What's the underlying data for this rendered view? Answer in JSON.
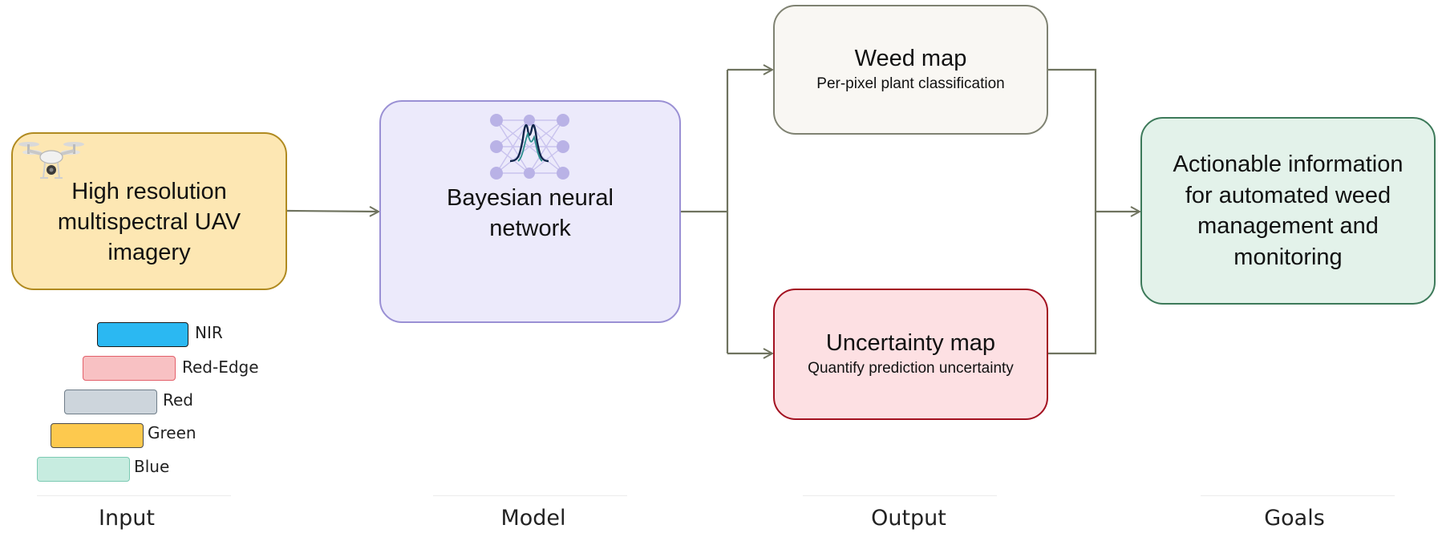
{
  "input": {
    "title_lines": [
      "High resolution",
      "multispectral UAV",
      "imagery"
    ]
  },
  "bands": [
    {
      "label": "NIR",
      "fill": "#2bb8f2",
      "stroke": "#1a1a1a"
    },
    {
      "label": "Red-Edge",
      "fill": "#f8c1c3",
      "stroke": "#e3606a"
    },
    {
      "label": "Red",
      "fill": "#cdd5dc",
      "stroke": "#6f7d89"
    },
    {
      "label": "Green",
      "fill": "#fdc94e",
      "stroke": "#4a4a4a"
    },
    {
      "label": "Blue",
      "fill": "#c7ece0",
      "stroke": "#7ccab3"
    }
  ],
  "model": {
    "title_lines": [
      "Bayesian neural",
      "network"
    ]
  },
  "outputs": {
    "weed": {
      "title": "Weed map",
      "subtitle": "Per-pixel plant classification"
    },
    "uncertainty": {
      "title": "Uncertainty map",
      "subtitle": "Quantify prediction uncertainty"
    }
  },
  "goal": {
    "title_lines": [
      "Actionable information",
      "for automated weed",
      "management and",
      "monitoring"
    ]
  },
  "sections": [
    "Input",
    "Model",
    "Output",
    "Goals"
  ],
  "colors": {
    "connector": "#6f735f",
    "input_fill": "#fde7b3",
    "input_stroke": "#b08a20",
    "model_fill": "#eceafb",
    "model_stroke": "#9a90d4",
    "weed_fill": "#f9f7f3",
    "weed_stroke": "#7f8272",
    "uncertainty_fill": "#fde0e3",
    "uncertainty_stroke": "#a31221",
    "goal_fill": "#e3f2ea",
    "goal_stroke": "#3d7a5a",
    "network_node": "#b9b2e6"
  },
  "icons": [
    "drone-icon",
    "neural-network-icon"
  ]
}
